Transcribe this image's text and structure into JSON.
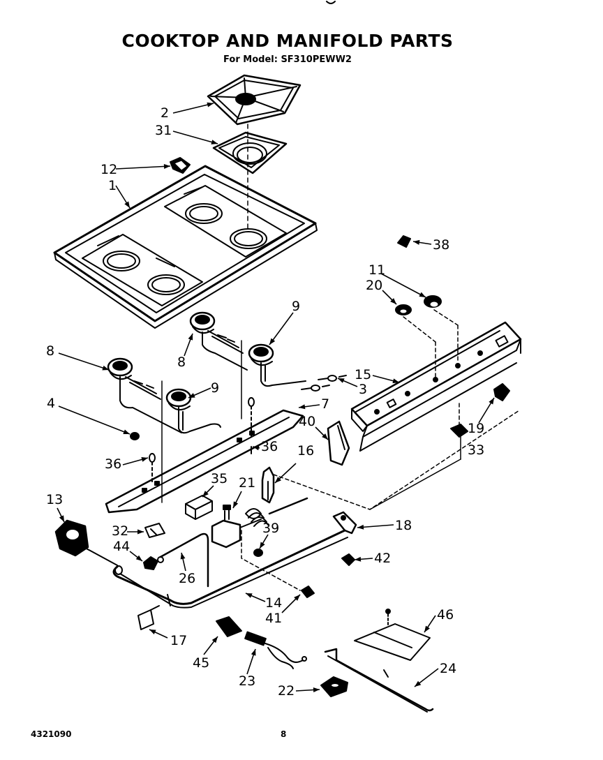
{
  "header": {
    "title": "COOKTOP AND MANIFOLD PARTS",
    "subtitle": "For Model: SF310PEWW2"
  },
  "footer": {
    "doc_number": "4321090",
    "page_number": "8"
  },
  "callouts": [
    {
      "id": "c2",
      "text": "2"
    },
    {
      "id": "c31",
      "text": "31"
    },
    {
      "id": "c12",
      "text": "12"
    },
    {
      "id": "c1",
      "text": "1"
    },
    {
      "id": "c38",
      "text": "38"
    },
    {
      "id": "c11",
      "text": "11"
    },
    {
      "id": "c20",
      "text": "20"
    },
    {
      "id": "c9a",
      "text": "9"
    },
    {
      "id": "c8a",
      "text": "8"
    },
    {
      "id": "c8b",
      "text": "8"
    },
    {
      "id": "c15",
      "text": "15"
    },
    {
      "id": "c3",
      "text": "3"
    },
    {
      "id": "c9b",
      "text": "9"
    },
    {
      "id": "c7",
      "text": "7"
    },
    {
      "id": "c4",
      "text": "4"
    },
    {
      "id": "c40",
      "text": "40"
    },
    {
      "id": "c19",
      "text": "19"
    },
    {
      "id": "c33",
      "text": "33"
    },
    {
      "id": "c36a",
      "text": "36"
    },
    {
      "id": "c36b",
      "text": "36"
    },
    {
      "id": "c16",
      "text": "16"
    },
    {
      "id": "c35",
      "text": "35"
    },
    {
      "id": "c21",
      "text": "21"
    },
    {
      "id": "c13",
      "text": "13"
    },
    {
      "id": "c39",
      "text": "39"
    },
    {
      "id": "c18",
      "text": "18"
    },
    {
      "id": "c32",
      "text": "32"
    },
    {
      "id": "c44",
      "text": "44"
    },
    {
      "id": "c42",
      "text": "42"
    },
    {
      "id": "c26",
      "text": "26"
    },
    {
      "id": "c14",
      "text": "14"
    },
    {
      "id": "c41",
      "text": "41"
    },
    {
      "id": "c17",
      "text": "17"
    },
    {
      "id": "c46",
      "text": "46"
    },
    {
      "id": "c45",
      "text": "45"
    },
    {
      "id": "c23",
      "text": "23"
    },
    {
      "id": "c24",
      "text": "24"
    },
    {
      "id": "c22",
      "text": "22"
    }
  ]
}
